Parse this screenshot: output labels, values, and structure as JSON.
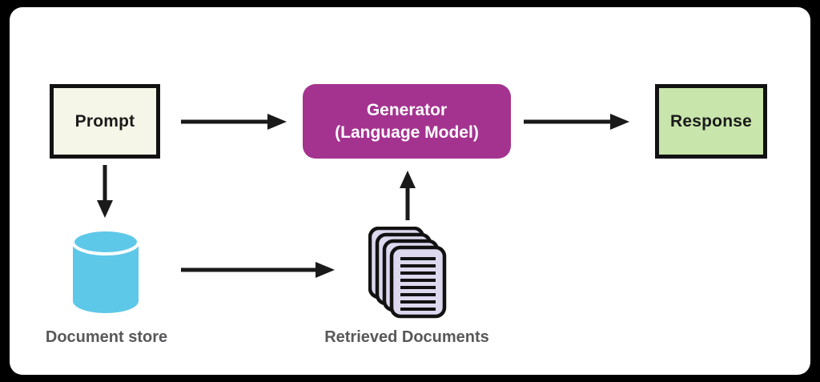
{
  "frame": {
    "background": "#000000",
    "canvas_background": "#ffffff"
  },
  "diagram": {
    "type": "flowchart",
    "nodes": {
      "prompt": {
        "label": "Prompt",
        "fill": "#f6f6e8",
        "border_color": "#121212",
        "shape": "rectangle"
      },
      "generator": {
        "label_line1": "Generator",
        "label_line2": "(Language Model)",
        "fill": "#a43390",
        "text_color": "#ffffff",
        "shape": "rounded-rectangle"
      },
      "response": {
        "label": "Response",
        "fill": "#c8e6ab",
        "border_color": "#121212",
        "shape": "rectangle"
      },
      "document_store": {
        "label": "Document store",
        "fill": "#5ec8e8",
        "shape": "cylinder"
      },
      "retrieved_documents": {
        "label": "Retrieved Documents",
        "fill": "#ddd8ee",
        "border_color": "#121212",
        "shape": "document-stack"
      }
    },
    "edges": [
      {
        "from": "prompt",
        "to": "generator",
        "direction": "right"
      },
      {
        "from": "generator",
        "to": "response",
        "direction": "right"
      },
      {
        "from": "prompt",
        "to": "document_store",
        "direction": "down"
      },
      {
        "from": "document_store",
        "to": "retrieved_documents",
        "direction": "right"
      },
      {
        "from": "retrieved_documents",
        "to": "generator",
        "direction": "up"
      }
    ],
    "arrow_color": "#1a1a1a",
    "label_color": "#57585a"
  }
}
